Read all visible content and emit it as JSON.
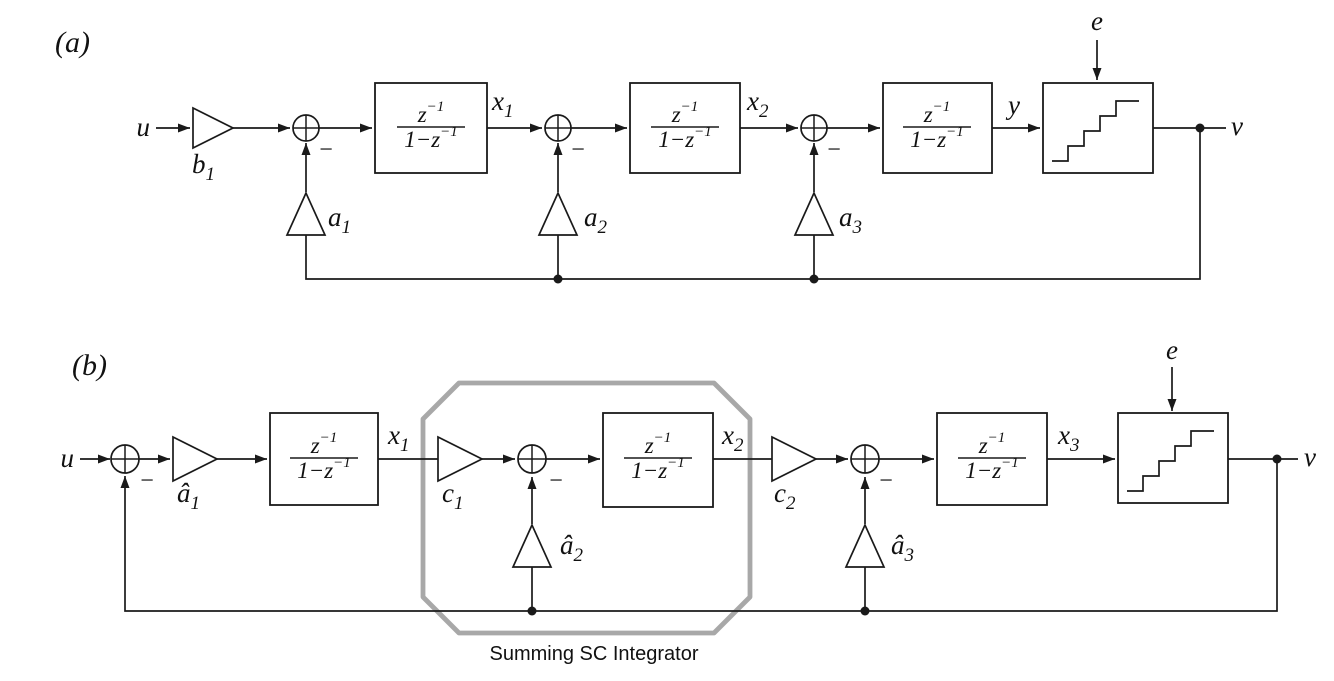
{
  "colors": {
    "background": "#ffffff",
    "line": "#1a1a1a",
    "integrator_outline_gray": "#a8a8a8"
  },
  "panels": {
    "a": "(a)",
    "b": "(b)"
  },
  "symbols": {
    "u": "u",
    "e": "e",
    "v": "v",
    "y": "y",
    "minus": "−",
    "x1": {
      "base": "x",
      "sub": "1"
    },
    "x2": {
      "base": "x",
      "sub": "2"
    },
    "x3": {
      "base": "x",
      "sub": "3"
    },
    "b1": {
      "base": "b",
      "sub": "1"
    },
    "a1": {
      "base": "a",
      "sub": "1"
    },
    "a2": {
      "base": "a",
      "sub": "2"
    },
    "a3": {
      "base": "a",
      "sub": "3"
    },
    "a1hat": {
      "base": "â",
      "sub": "1"
    },
    "a2hat": {
      "base": "â",
      "sub": "2"
    },
    "a3hat": {
      "base": "â",
      "sub": "3"
    },
    "c1": {
      "base": "c",
      "sub": "1"
    },
    "c2": {
      "base": "c",
      "sub": "2"
    }
  },
  "integrator": {
    "num_base": "z",
    "num_exp": "−1",
    "den_base": "1−z",
    "den_exp": "−1"
  },
  "caption": "Summing SC Integrator"
}
